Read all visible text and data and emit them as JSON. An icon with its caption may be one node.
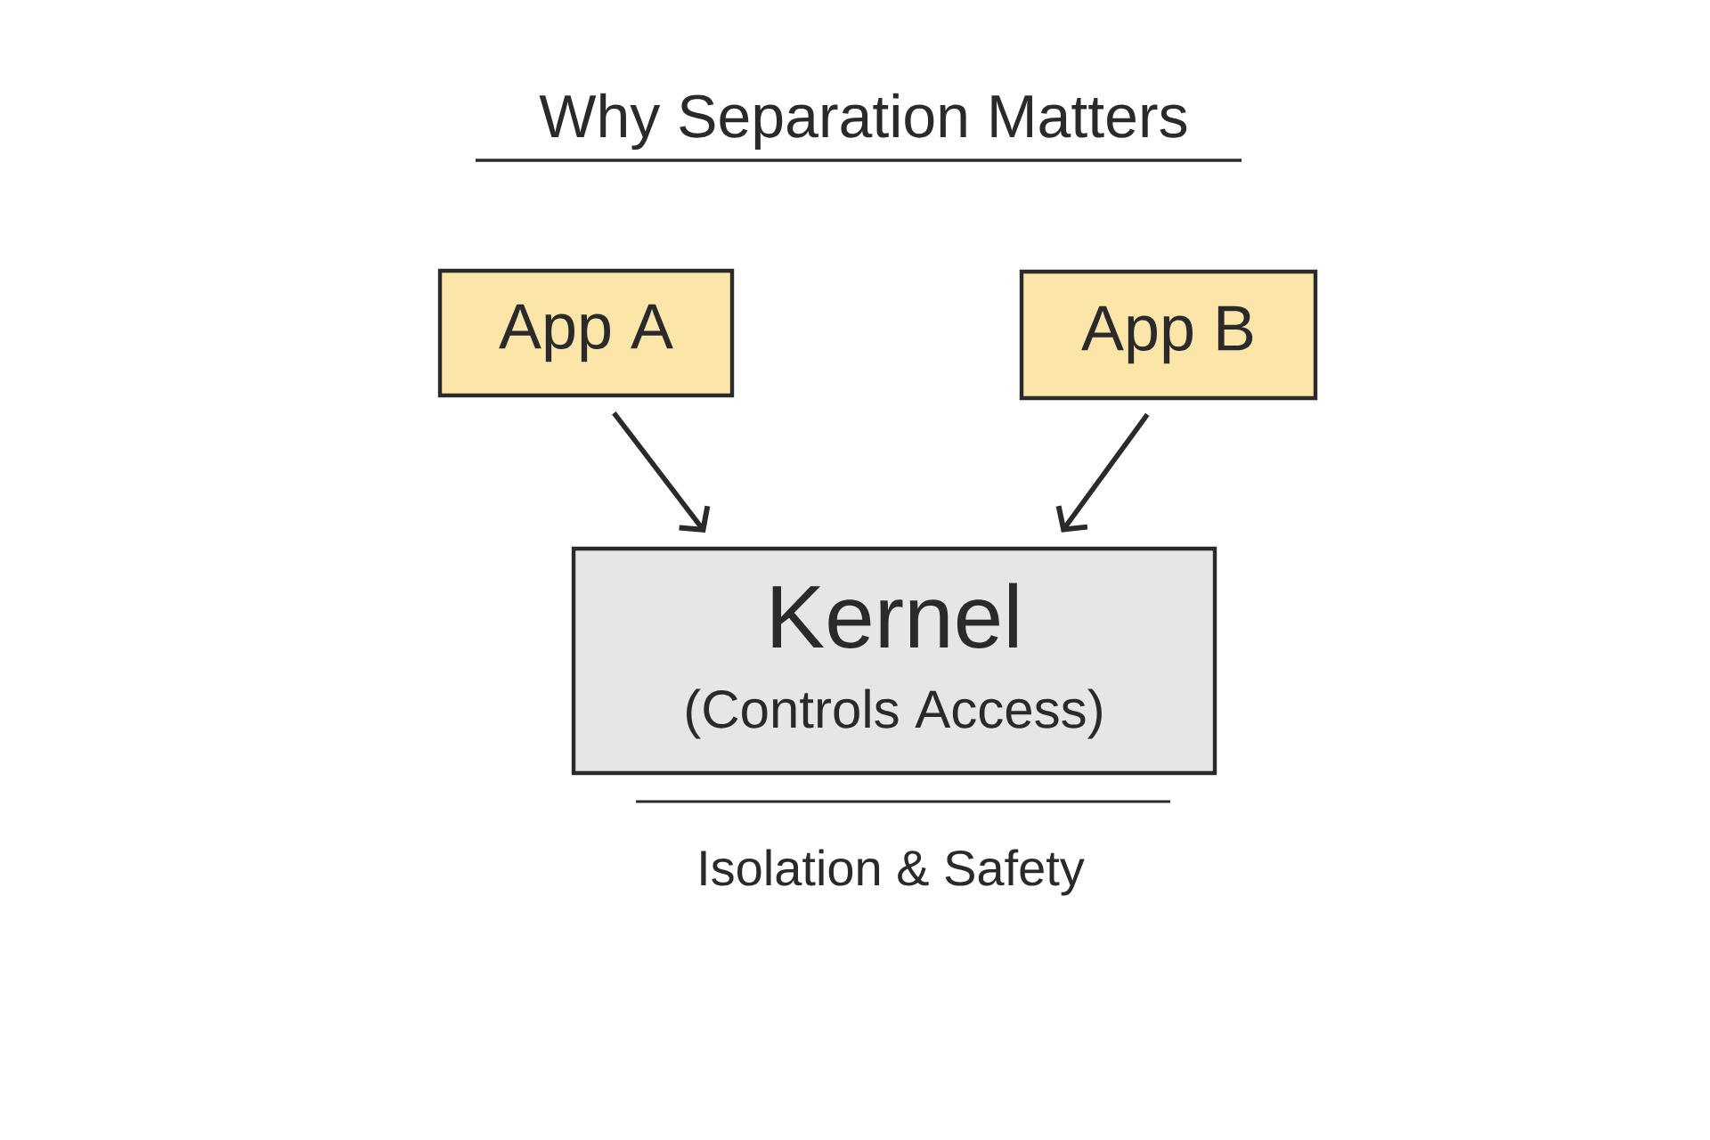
{
  "diagram": {
    "title": "Why Separation Matters",
    "nodes": [
      {
        "text": [
          "App A"
        ]
      },
      {
        "text": [
          "App B"
        ]
      },
      {
        "text": [
          "Kernel",
          "(Controls Access)"
        ]
      }
    ],
    "edges": [
      {
        "from": 0,
        "to": 2,
        "arrow": "to"
      },
      {
        "from": 1,
        "to": 2,
        "arrow": "to"
      }
    ],
    "labels": [
      "Isolation & Safety"
    ]
  }
}
